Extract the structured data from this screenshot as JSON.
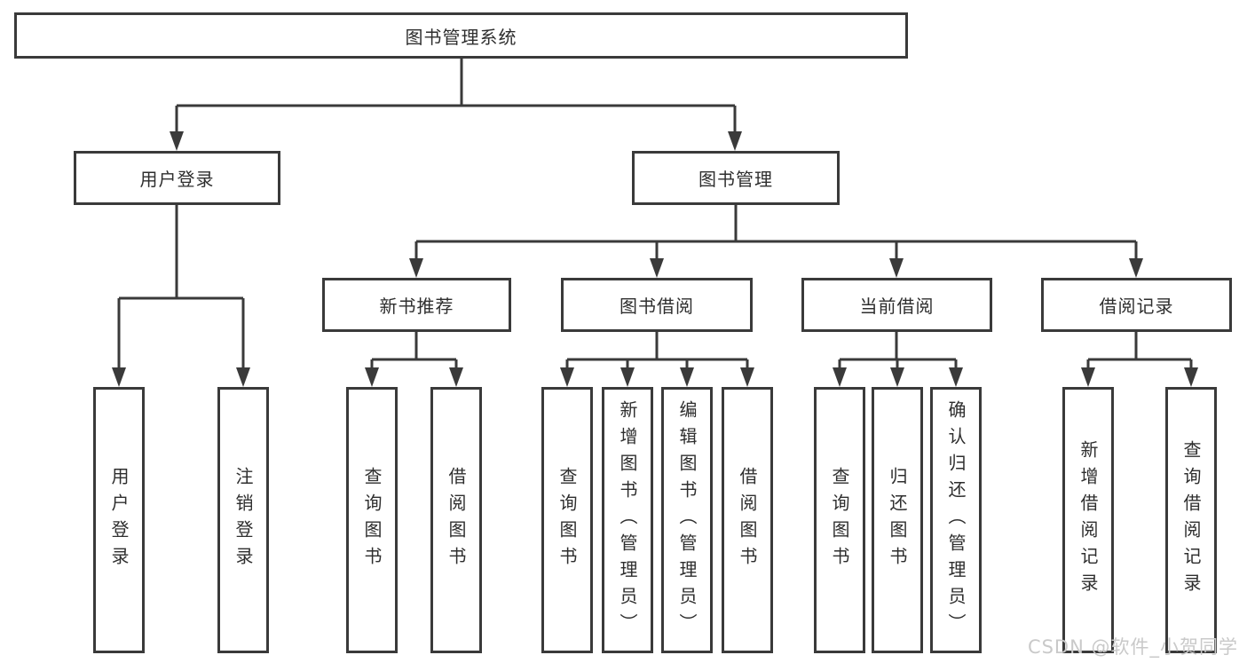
{
  "page": {
    "background": "#ffffff"
  },
  "colors": {
    "line": "#3a3a3a",
    "text": "#2e2e2e",
    "watermark": "#c9c9c9"
  },
  "watermark": "CSDN @软件_小贺同学",
  "tree": {
    "label": "图书管理系统",
    "children": [
      {
        "label": "用户登录",
        "children": [
          {
            "label": "用户登录"
          },
          {
            "label": "注销登录"
          }
        ]
      },
      {
        "label": "图书管理",
        "children": [
          {
            "label": "新书推荐",
            "children": [
              {
                "label": "查询图书"
              },
              {
                "label": "借阅图书"
              }
            ]
          },
          {
            "label": "图书借阅",
            "children": [
              {
                "label": "查询图书"
              },
              {
                "label": "新增图书（管理员）"
              },
              {
                "label": "编辑图书（管理员）"
              },
              {
                "label": "借阅图书"
              }
            ]
          },
          {
            "label": "当前借阅",
            "children": [
              {
                "label": "查询图书"
              },
              {
                "label": "归还图书"
              },
              {
                "label": "确认归还（管理员）"
              }
            ]
          },
          {
            "label": "借阅记录",
            "children": [
              {
                "label": "新增借阅记录"
              },
              {
                "label": "查询借阅记录"
              }
            ]
          }
        ]
      }
    ]
  }
}
